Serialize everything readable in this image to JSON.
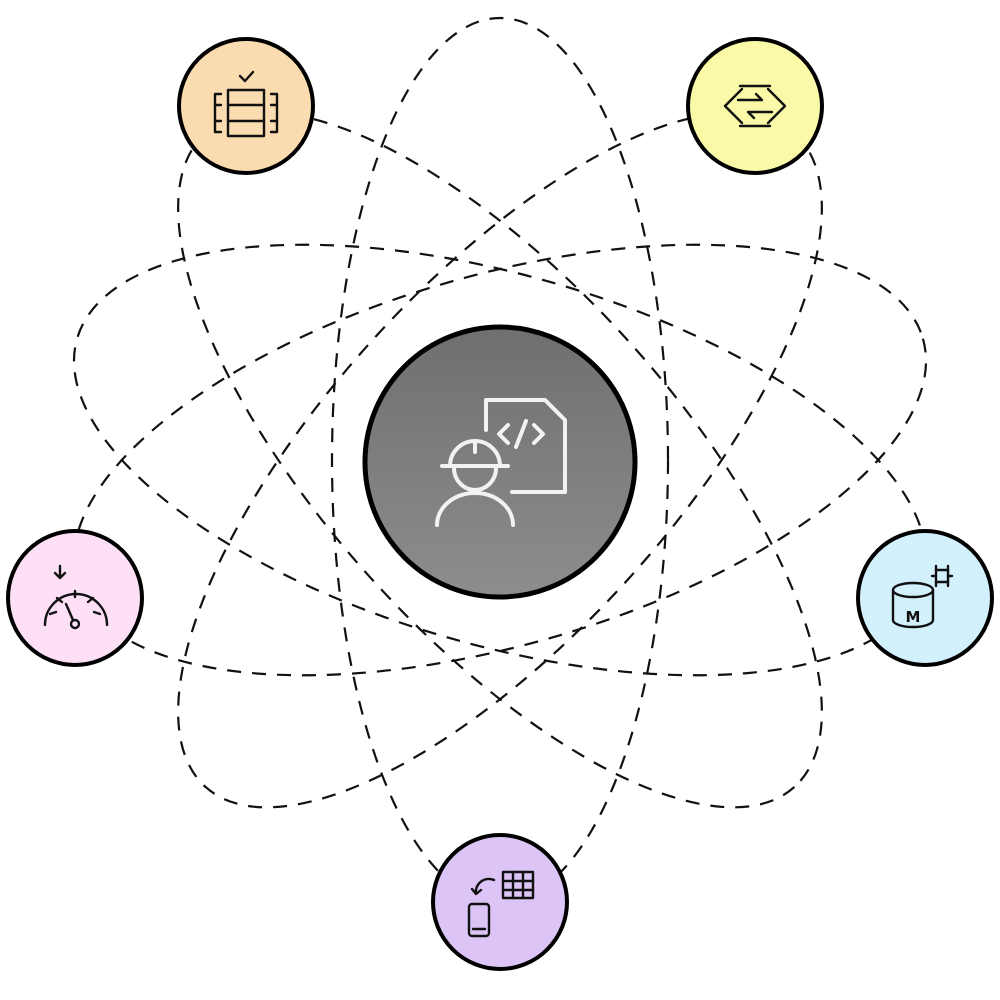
{
  "diagram": {
    "center": {
      "icon": "developer-code-icon",
      "fill_top": "#6f6f6f",
      "fill_bottom": "#8d8d8d"
    },
    "nodes": [
      {
        "id": "server-rack",
        "icon": "server-rack-check-icon",
        "color": "#fbdcb1"
      },
      {
        "id": "code-sync",
        "icon": "code-sync-arrows-icon",
        "color": "#f9f9a8"
      },
      {
        "id": "dashboard",
        "icon": "speedometer-gauge-icon",
        "color": "#fddff6"
      },
      {
        "id": "memory-db",
        "icon": "database-chip-icon",
        "color": "#d3f0fd",
        "label": "M"
      },
      {
        "id": "mobile-table",
        "icon": "mobile-table-sync-icon",
        "color": "#dcc4f7"
      }
    ]
  }
}
